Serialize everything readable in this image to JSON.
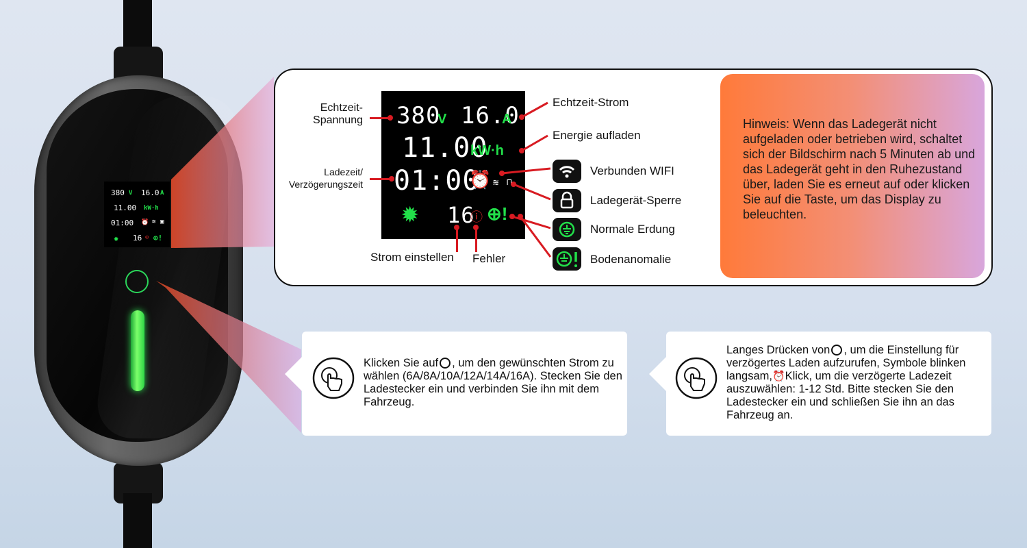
{
  "display": {
    "voltage": "380",
    "voltage_unit": "V",
    "current": "16.0",
    "current_unit": "A",
    "energy": "11.00",
    "energy_unit": "kW·h",
    "time": "01:00",
    "set_current": "16"
  },
  "labels": {
    "voltage_label_line1": "Echtzeit-",
    "voltage_label_line2": "Spannung",
    "time_label_line1": "Ladezeit/",
    "time_label_line2": "Verzögerungszeit",
    "current_label": "Echtzeit-Strom",
    "energy_label": "Energie aufladen",
    "set_current_label": "Strom einstellen",
    "fault_label": "Fehler"
  },
  "legend": [
    {
      "icon": "wifi-icon",
      "label": "Verbunden WIFI"
    },
    {
      "icon": "lock-icon",
      "label": "Ladegerät-Sperre"
    },
    {
      "icon": "ground-icon",
      "label": "Normale Erdung"
    },
    {
      "icon": "ground-warning-icon",
      "label": "Bodenanomalie"
    }
  ],
  "hint": {
    "text": "Hinweis: Wenn das Ladegerät nicht aufgeladen oder betrieben wird, schaltet sich der Bildschirm nach 5 Minuten ab und das Ladegerät geht in den Ruhezustand über, laden Sie es erneut auf oder klicken Sie auf die Taste, um das Display zu beleuchten."
  },
  "card_click": {
    "part1": "Klicken Sie auf",
    "part2": ", um den gewünschten Strom zu wählen (6A/8A/10A/12A/14A/16A). Stecken Sie den Ladestecker ein und verbinden Sie ihn mit dem Fahrzeug."
  },
  "card_longpress": {
    "part1": "Langes Drücken von",
    "part2": ", um die Einstellung für verzögertes Laden aufzurufen, Symbole blinken langsam,",
    "part3": "Klick, um die verzögerte Ladezeit auszuwählen: 1-12 Std. Bitte stecken Sie den Ladestecker ein und schließen Sie ihn an das Fahrzeug an."
  },
  "colors": {
    "accent_green": "#22e04a",
    "accent_red": "#d81b22",
    "hint_orange": "#ff7a3a",
    "hint_violet": "#d8a6dc"
  }
}
